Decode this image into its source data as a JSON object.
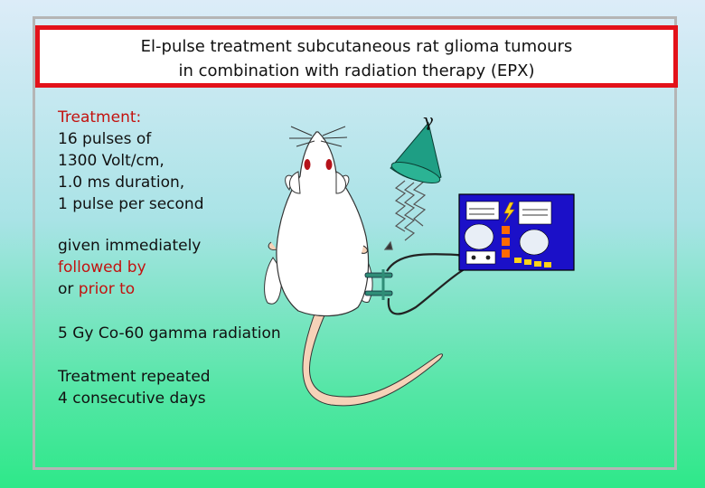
{
  "title": {
    "line1": "El-pulse treatment  subcutaneous rat glioma tumours",
    "line2": "in combination with radiation therapy (EPX)"
  },
  "treatment": {
    "lines": [
      "Treatment:",
      "16  pulses of",
      "1300 Volt/cm,",
      "1.0 ms duration,",
      "1 pulse per second"
    ]
  },
  "timing": {
    "line1": "given immediately",
    "line2": "followed by",
    "line3_prefix": "or ",
    "line3_emph": "prior to"
  },
  "radiation": "5 Gy Co-60 gamma radiation",
  "repeat": {
    "line1": "Treatment repeated",
    "line2": "4 consecutive days"
  },
  "gamma_symbol": "γ",
  "colors": {
    "title_border": "#e3121a",
    "emphasis_text": "#c3120f",
    "generator_panel": "#1b10c8",
    "gamma_cone": "#1e9e84",
    "rat_tail": "#f6d2b8",
    "electrode": "#2f8d77"
  }
}
